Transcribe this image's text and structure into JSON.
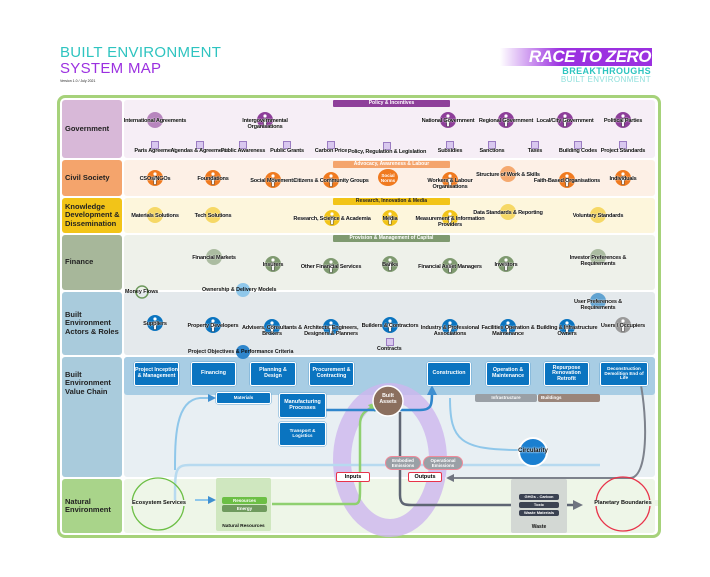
{
  "header": {
    "title_line1": "BUILT ENVIRONMENT",
    "title_line2": "SYSTEM MAP",
    "version": "Version 1.0 / July 2021"
  },
  "logo": {
    "line1": "RACE TO ZERO",
    "line2": "BREAKTHROUGHS",
    "line3": "BUILT ENVIRONMENT"
  },
  "colors": {
    "government": "#8e3f9a",
    "civil_society": "#f07a1f",
    "knowledge": "#f2c418",
    "finance": "#7f9a70",
    "actors": "#0a74c0",
    "users": "#9a9a9a",
    "value_chain": "#0a74c0",
    "natural": "#6cbf45",
    "planetary": "#e8334a"
  },
  "rows": {
    "government": {
      "label": "Government",
      "banner": "Policy & Incentives",
      "actors": [
        "International Agreements",
        "Intergovernmental Organisations",
        "National Government",
        "Regional Government",
        "Local/City Government",
        "Political Parties"
      ],
      "instruments": [
        "Paris Agreement",
        "Agendas & Agreements",
        "Public Awareness",
        "Public Grants",
        "Carbon Price",
        "Policy, Regulation & Legislation",
        "Subsidies",
        "Sanctions",
        "Taxes",
        "Building Codes",
        "Project Standards"
      ]
    },
    "civil_society": {
      "label": "Civil Society",
      "banner": "Advocacy, Awareness & Labour",
      "social_norms": "Social Norms",
      "items": [
        "CSOs/NGOs",
        "Foundations",
        "Social Movements",
        "Citizens & Community Groups",
        "Workers & Labour Organisations",
        "Structure of Work & Skills",
        "Faith-Based Organisations",
        "Individuals"
      ]
    },
    "knowledge": {
      "label": "Knowledge Development & Dissemination",
      "banner": "Research, Innovation & Media",
      "items": [
        "Materials Solutions",
        "Tech Solutions",
        "Research, Science & Academia",
        "Media",
        "Measurement & Information Providers",
        "Data Standards & Reporting",
        "Voluntary Standards"
      ]
    },
    "finance": {
      "label": "Finance",
      "banner": "Provision & Management of Capital",
      "items": [
        "Financial Markets",
        "Insurers",
        "Other Financial Services",
        "Banks",
        "Financial Asset Managers",
        "Investors",
        "Investor Preferences & Requirements"
      ],
      "money_flows": "Money Flows",
      "ownership": "Ownership & Delivery Models"
    },
    "actors": {
      "label": "Built Environment Actors & Roles",
      "items": [
        "Suppliers",
        "Property Developers",
        "Advisers, Consultants & Brokers",
        "Architects, Engineers, Designers & Planners",
        "Builders & Contractors",
        "Industry & Professional Associations",
        "Facilities Operation & Maintenance",
        "Building & Infrastructure Owners",
        "Users / Occupiers"
      ],
      "user_prefs": "User Preferences & Requirements",
      "contracts": "Contracts",
      "objectives": "Project Objectives & Performance Criteria"
    },
    "value_chain": {
      "label": "Built Environment Value Chain",
      "stages": [
        "Project Inception & Management",
        "Financing",
        "Planning & Design",
        "Procurement & Contracting",
        "Construction",
        "Operation & Maintenance",
        "Repurpose Renovation Retrofit",
        "Deconstruction Demolition End of Life"
      ],
      "materials": "Materials",
      "manufacturing": "Manufacturing Processes",
      "transport": "Transport & Logistics",
      "built_assets": "Built Assets",
      "infrastructure": "Infrastructure",
      "buildings": "Buildings",
      "circularity": "Circularity",
      "embodied": "Embodied Emissions",
      "operational": "Operational Emissions",
      "inputs": "Inputs",
      "outputs": "Outputs"
    },
    "natural": {
      "label": "Natural Environment",
      "ecosystem": "Ecosystem Services",
      "resources": "Resources",
      "energy": "Energy",
      "natural_resources": "Natural Resources",
      "waste_items": [
        "GHGs - Carbon",
        "Toxic",
        "Waste Materials"
      ],
      "waste": "Waste",
      "planetary": "Planetary Boundaries"
    }
  }
}
